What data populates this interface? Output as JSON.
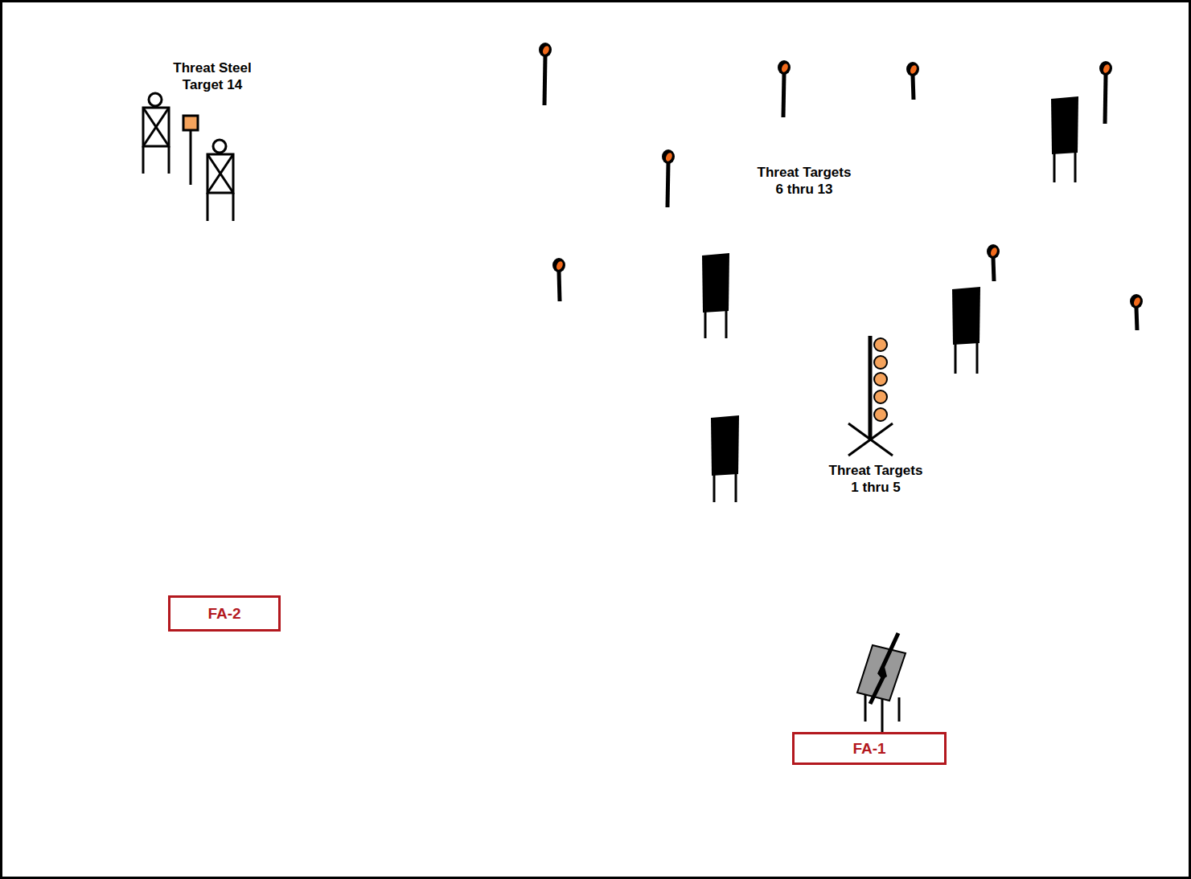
{
  "diagram": {
    "nodes": [
      {
        "text": [
          "FA-2"
        ]
      },
      {
        "text": [
          "FA-1"
        ]
      }
    ],
    "labels": [
      "Threat Steel Target 14",
      "Threat Targets 6 thru 13",
      "Threat Targets 1 thru 5"
    ]
  }
}
